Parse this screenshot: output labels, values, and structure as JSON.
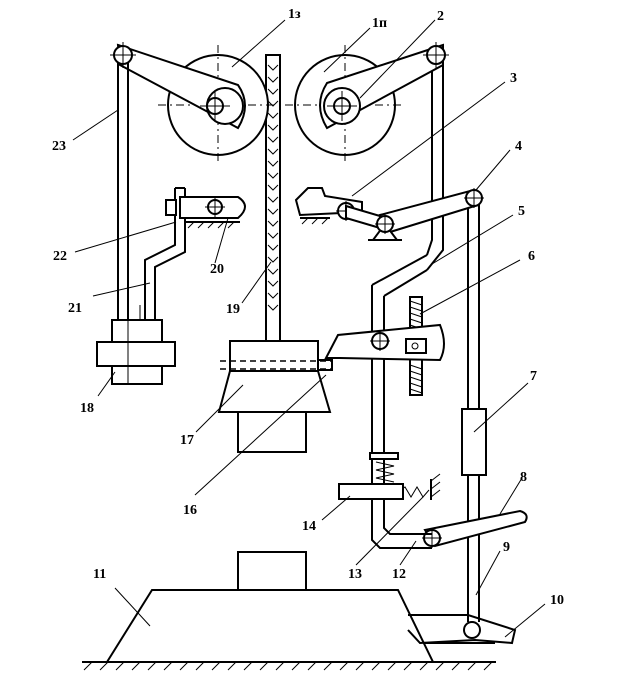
{
  "labels": {
    "l1z": "1з",
    "l1p": "1п",
    "l2": "2",
    "l3": "3",
    "l4": "4",
    "l5": "5",
    "l6": "6",
    "l7": "7",
    "l8": "8",
    "l9": "9",
    "l10": "10",
    "l11": "11",
    "l12": "12",
    "l13": "13",
    "l14": "14",
    "l16": "16",
    "l17": "17",
    "l18": "18",
    "l19": "19",
    "l20": "20",
    "l21": "21",
    "l22": "22",
    "l23": "23"
  }
}
